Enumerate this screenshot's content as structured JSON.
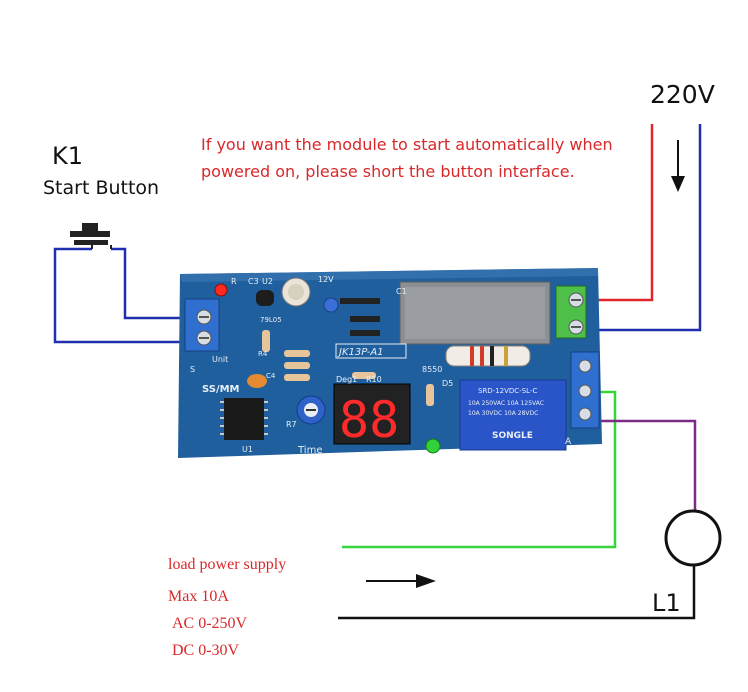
{
  "labels": {
    "k1": "K1",
    "start_button": "Start Button",
    "voltage_220": "220V",
    "note_line1": "If you want the module to start automatically when",
    "note_line2": "powered on, please short the button interface.",
    "load_power_supply": "load power supply",
    "max_current": "Max 10A",
    "ac_range": "AC 0-250V",
    "dc_range": "DC 0-30V",
    "lamp": "L1"
  },
  "board": {
    "model": "JK13P-A1",
    "silk_u2": "U2",
    "silk_r": "R",
    "silk_c3": "C3",
    "silk_12v": "12V",
    "silk_c1": "C1",
    "silk_79l05": "79L05",
    "silk_unit": "Unit",
    "silk_ssmm": "SS/MM",
    "silk_deg1": "Deg1",
    "silk_r10": "R10",
    "silk_r7": "R7",
    "silk_time": "Time",
    "silk_u1": "U1",
    "silk_8550": "8550",
    "silk_d5": "D5",
    "silk_s": "S",
    "silk_a": "A",
    "silk_r4": "R4",
    "silk_c4": "C4",
    "relay_model": "SRD-12VDC-SL-C",
    "relay_line1": "10A 250VAC 10A 125VAC",
    "relay_line2": "10A 30VDC 10A 28VDC",
    "relay_brand": "SONGLE",
    "display_digits": "88"
  },
  "colors": {
    "wire_red": "#e0262a",
    "wire_blue": "#1f2fb0",
    "wire_green": "#36d63a",
    "wire_purple": "#7c2c84",
    "wire_black": "#111111",
    "label_red": "#d9282a",
    "pcb": "#1f5f9e",
    "relay": "#2a55c8",
    "display_red": "#ff2a2a"
  }
}
